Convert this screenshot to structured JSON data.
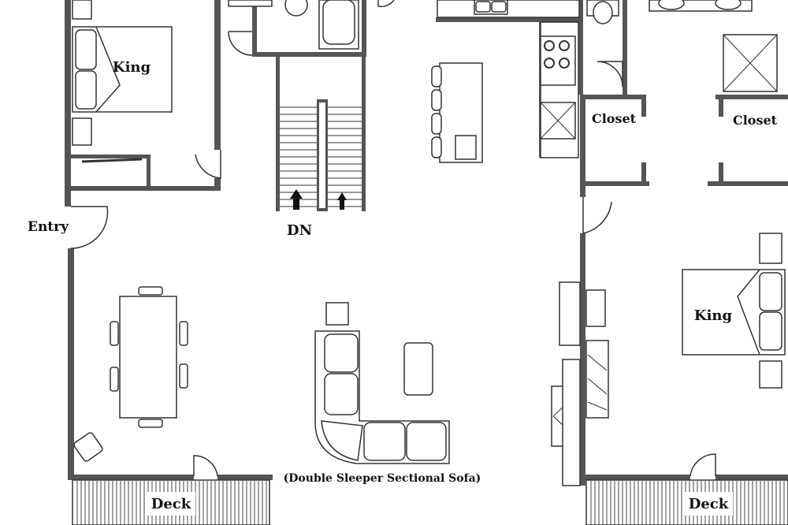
{
  "labels": {
    "king_left": "King",
    "king_right": "King",
    "closet_left": "Closet",
    "closet_right": "Closet",
    "entry": "Entry",
    "stairs_down": "DN",
    "sofa_note": "(Double Sleeper Sectional Sofa)",
    "deck_left": "Deck",
    "deck_right": "Deck"
  }
}
